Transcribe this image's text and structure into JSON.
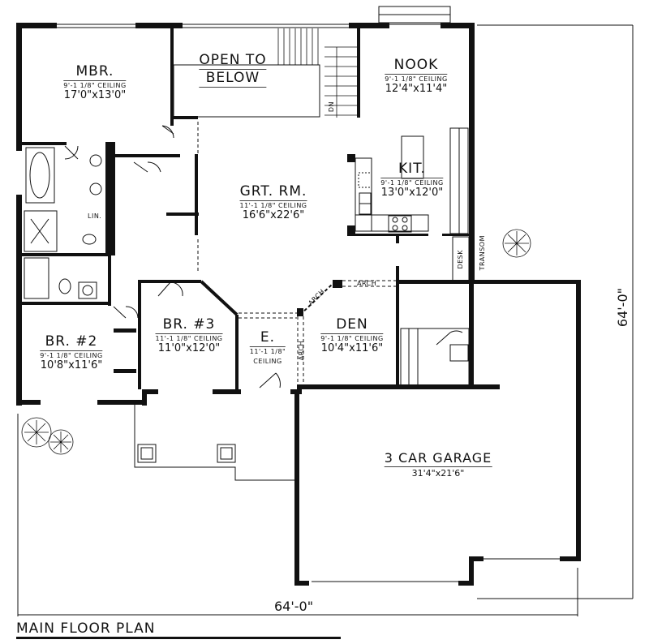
{
  "plan": {
    "title": "MAIN FLOOR PLAN",
    "overall_width": "64'-0\"",
    "overall_depth": "64'-0\""
  },
  "rooms": {
    "mbr": {
      "name": "MBR.",
      "ceiling": "9'-1 1/8\" CEILING",
      "size": "17'0\"x13'0\""
    },
    "open_below": {
      "line1": "OPEN TO",
      "line2": "BELOW"
    },
    "nook": {
      "name": "NOOK",
      "ceiling": "9'-1 1/8\" CEILING",
      "size": "12'4\"x11'4\""
    },
    "kit": {
      "name": "KIT.",
      "ceiling": "9'-1 1/8\" CEILING",
      "size": "13'0\"x12'0\""
    },
    "grt_rm": {
      "name": "GRT. RM.",
      "ceiling": "11'-1 1/8\" CEILING",
      "size": "16'6\"x22'6\""
    },
    "br2": {
      "name": "BR. #2",
      "ceiling": "9'-1 1/8\" CEILING",
      "size": "10'8\"x11'6\""
    },
    "br3": {
      "name": "BR. #3",
      "ceiling": "11'-1 1/8\" CEILING",
      "size": "11'0\"x12'0\""
    },
    "entry": {
      "name": "E.",
      "ceiling_l1": "11'-1 1/8\"",
      "ceiling_l2": "CEILING"
    },
    "den": {
      "name": "DEN",
      "ceiling": "9'-1 1/8\" CEILING",
      "size": "10'4\"x11'6\""
    },
    "garage": {
      "name": "3 CAR GARAGE",
      "size": "31'4\"x21'6\""
    }
  },
  "annotations": {
    "stair_dn": "DN",
    "linen": "LIN.",
    "desk": "DESK",
    "transom": "TRANSOM",
    "arch": "ARCH"
  }
}
